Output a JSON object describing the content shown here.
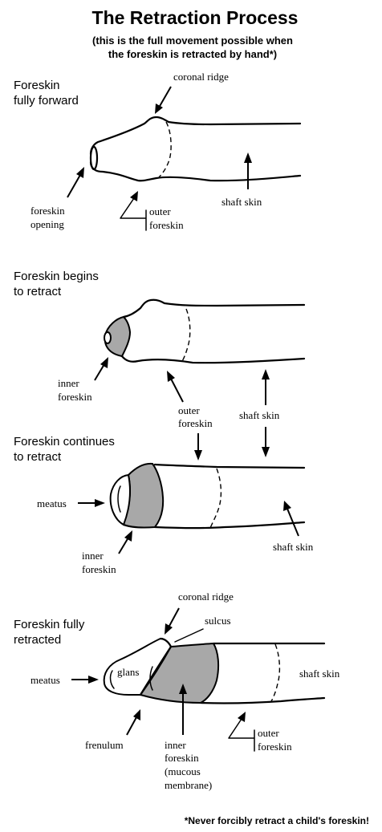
{
  "title": "The Retraction Process",
  "subtitle": {
    "line1": "(this is the full movement possible when",
    "line2": "the foreskin is retracted by hand*)"
  },
  "stages": [
    {
      "heading_line1": "Foreskin",
      "heading_line2": "fully forward",
      "labels": {
        "coronal_ridge": "coronal ridge",
        "foreskin_opening_line1": "foreskin",
        "foreskin_opening_line2": "opening",
        "outer_line1": "outer",
        "outer_line2": "foreskin",
        "shaft_skin": "shaft skin"
      }
    },
    {
      "heading_line1": "Foreskin begins",
      "heading_line2": "to retract",
      "labels": {
        "inner_line1": "inner",
        "inner_line2": "foreskin",
        "outer_line1": "outer",
        "outer_line2": "foreskin",
        "shaft_skin": "shaft skin"
      }
    },
    {
      "heading_line1": "Foreskin continues",
      "heading_line2": "to retract",
      "labels": {
        "meatus": "meatus",
        "inner_line1": "inner",
        "inner_line2": "foreskin",
        "shaft_skin": "shaft skin"
      }
    },
    {
      "heading_line1": "Foreskin fully",
      "heading_line2": "retracted",
      "labels": {
        "coronal_ridge": "coronal ridge",
        "sulcus": "sulcus",
        "meatus": "meatus",
        "glans": "glans",
        "shaft_skin": "shaft skin",
        "frenulum": "frenulum",
        "inner_line1": "inner",
        "inner_line2": "foreskin",
        "inner_line3": "(mucous",
        "inner_line4": "membrane)",
        "outer_line1": "outer",
        "outer_line2": "foreskin"
      }
    }
  ],
  "footnote": "*Never forcibly retract a child's foreskin!",
  "colors": {
    "line": "#000000",
    "inner_foreskin_fill": "#a8a8a8",
    "background": "#ffffff"
  }
}
